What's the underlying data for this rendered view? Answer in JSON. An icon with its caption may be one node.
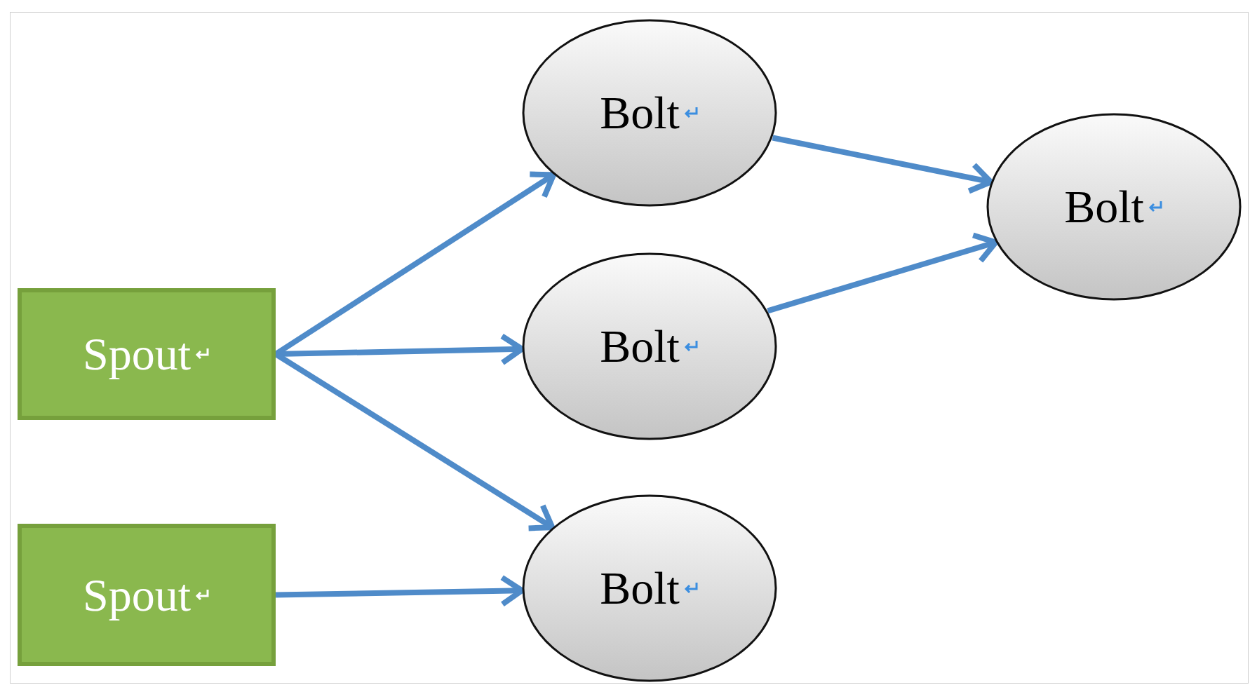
{
  "diagram": {
    "nodes": [
      {
        "text": [
          "Bolt"
        ]
      },
      {
        "text": [
          "Bolt"
        ]
      },
      {
        "text": [
          "Bolt"
        ]
      },
      {
        "text": [
          "Bolt"
        ]
      },
      {
        "text": [
          "Spout"
        ]
      },
      {
        "text": [
          "Spout"
        ]
      }
    ],
    "edges": [
      {
        "from": 4,
        "to": 0,
        "arrow": "to"
      },
      {
        "from": 4,
        "to": 1,
        "arrow": "to"
      },
      {
        "from": 4,
        "to": 2,
        "arrow": "to"
      },
      {
        "from": 5,
        "to": 2,
        "arrow": "to"
      },
      {
        "from": 0,
        "to": 3,
        "arrow": "to"
      },
      {
        "from": 1,
        "to": 3,
        "arrow": "to"
      }
    ]
  }
}
